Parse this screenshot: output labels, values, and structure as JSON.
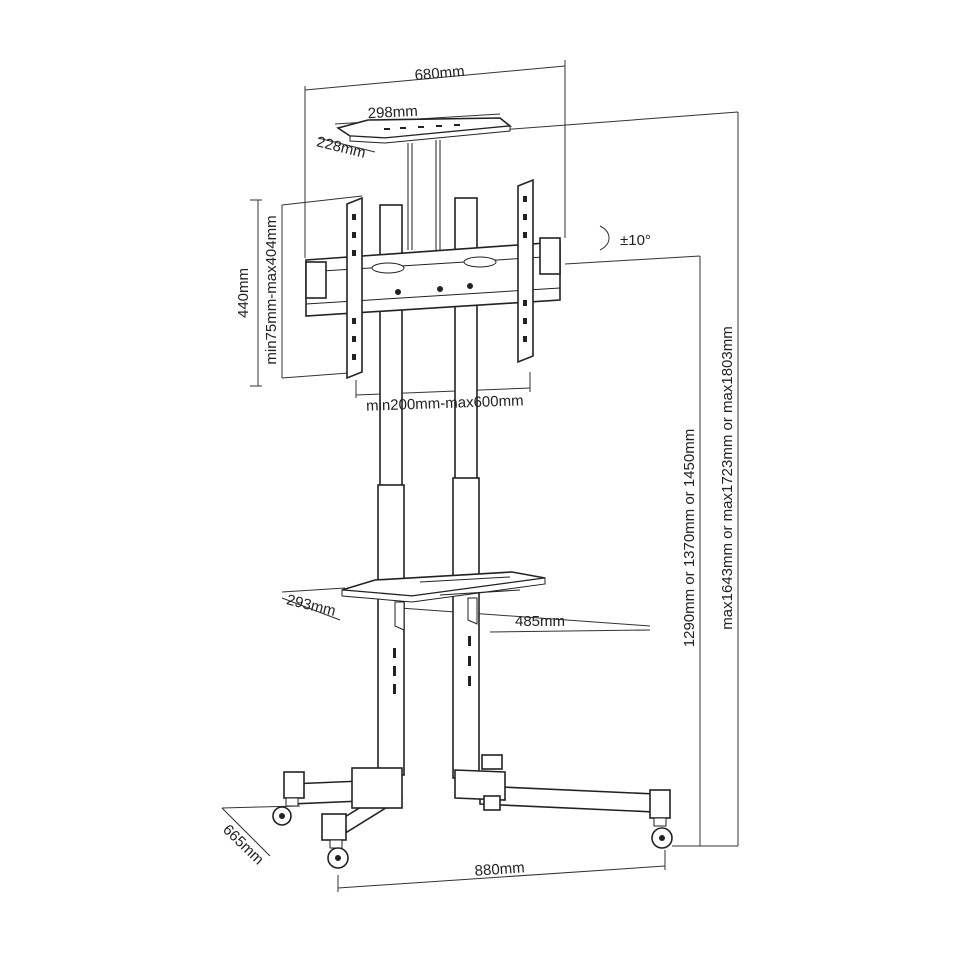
{
  "dimensions": {
    "overall_width": "680mm",
    "top_shelf_width": "298mm",
    "top_shelf_depth": "228mm",
    "tilt": "±10°",
    "bracket_height": "440mm",
    "vesa_vertical": "min75mm-max404mm",
    "vesa_horizontal": "min200mm-max600mm",
    "lower_shelf_depth": "293mm",
    "lower_shelf_width": "485mm",
    "mount_height": "1290mm or 1370mm or 1450mm",
    "total_height": "max1643mm or max1723mm or max1803mm",
    "base_depth": "665mm",
    "base_width": "880mm"
  }
}
